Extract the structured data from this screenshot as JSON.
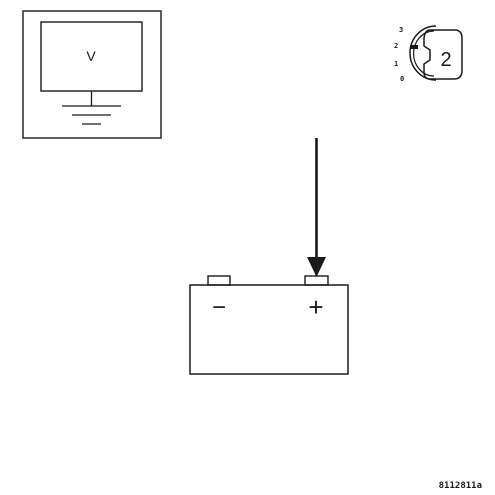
{
  "voltmeter": {
    "symbol": "V"
  },
  "ignition_switch": {
    "positions": [
      "3",
      "2",
      "1",
      "0"
    ],
    "selected_position": "2"
  },
  "battery": {
    "negative_symbol": "−",
    "positive_symbol": "+"
  },
  "figure_code": "8112811a"
}
